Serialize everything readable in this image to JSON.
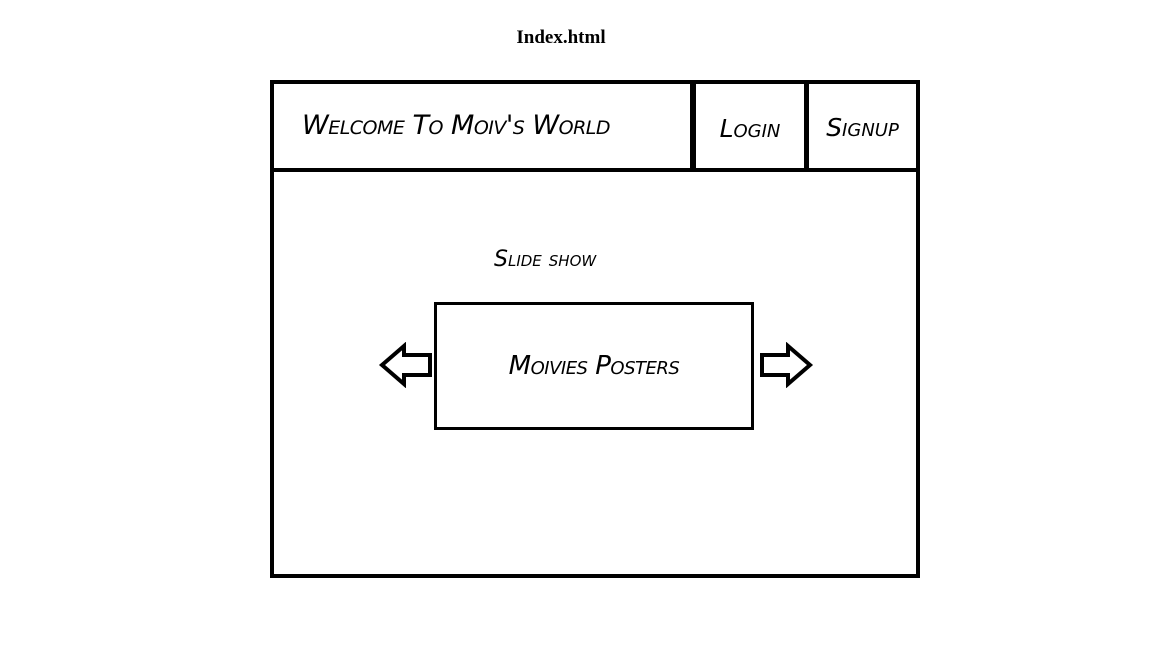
{
  "document": {
    "title": "Index.html"
  },
  "header": {
    "welcome_text": "Welcome To Moiv's World",
    "login_label": "Login",
    "signup_label": "Signup"
  },
  "main": {
    "slideshow_label": "Slide show",
    "poster_placeholder": "Moivies Posters",
    "prev_icon": "arrow-left-icon",
    "next_icon": "arrow-right-icon"
  }
}
